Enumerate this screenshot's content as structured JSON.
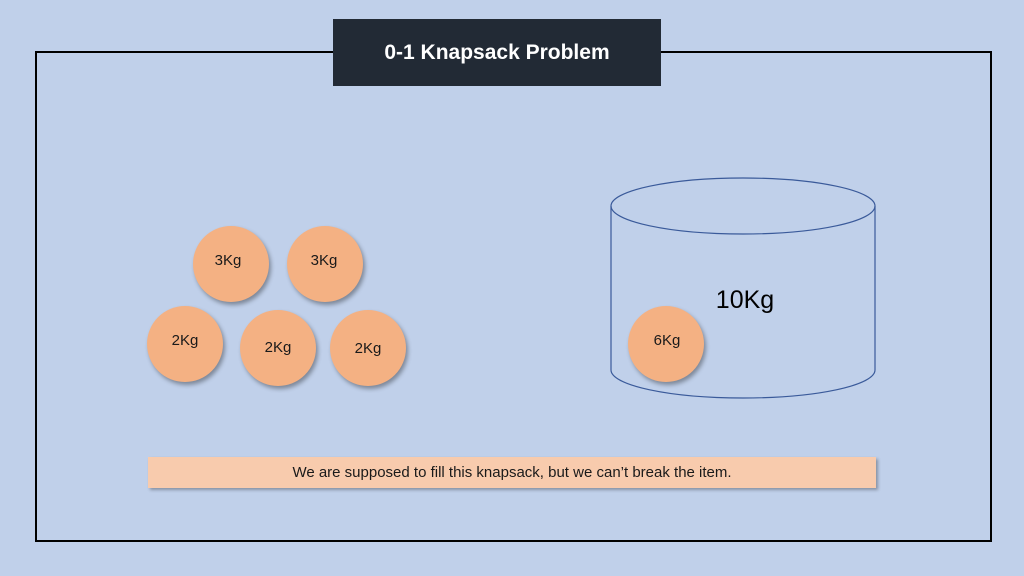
{
  "title": "0-1 Knapsack Problem",
  "items": [
    {
      "label": "3Kg"
    },
    {
      "label": "3Kg"
    },
    {
      "label": "2Kg"
    },
    {
      "label": "2Kg"
    },
    {
      "label": "2Kg"
    }
  ],
  "knapsack": {
    "capacity_label": "10Kg",
    "item_inside": "6Kg"
  },
  "caption": "We are supposed to fill this knapsack, but we can’t break the item.",
  "colors": {
    "background": "#c0d0ea",
    "title_box": "#222a35",
    "item_fill": "#f4b183",
    "caption_fill": "#f8cbad",
    "knapsack_stroke": "#3a5a9a"
  }
}
